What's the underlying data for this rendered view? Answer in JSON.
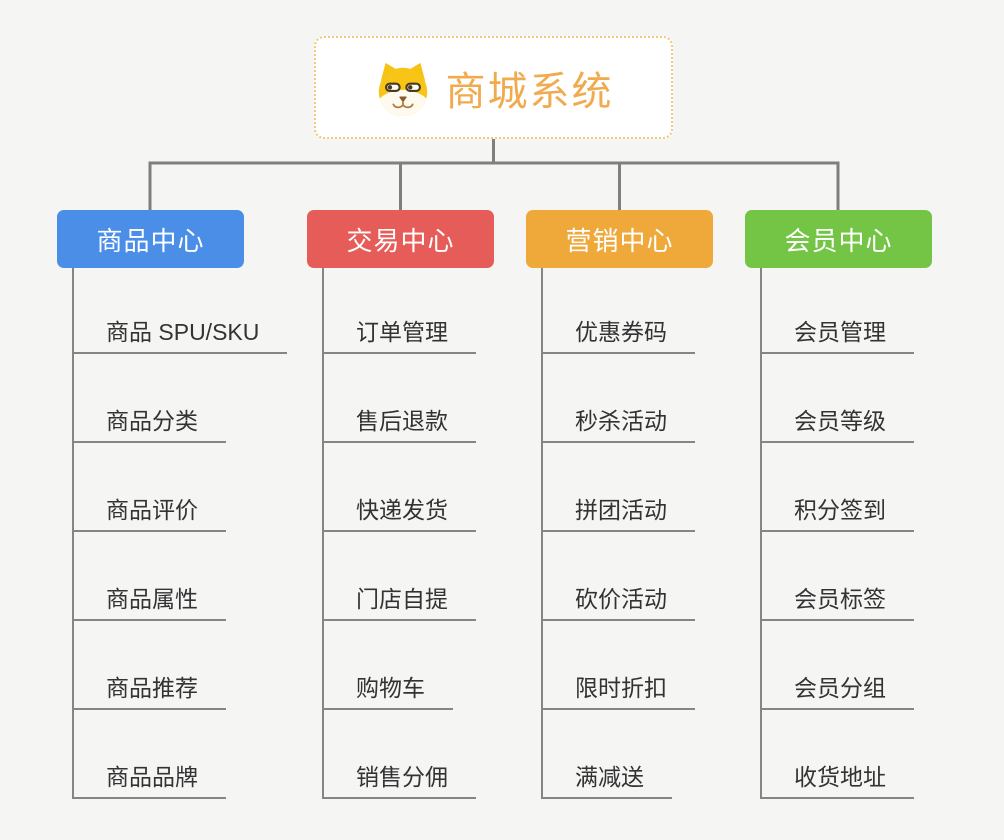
{
  "canvas": {
    "background": "#f5f5f4"
  },
  "root": {
    "label": "商城系统",
    "label_color": "#f0ab4e",
    "border_color": "#f3c77e",
    "icon": "dog-face-icon"
  },
  "connector_color": "#7f7f7f",
  "line_color": "#858585",
  "item_text_color": "#333333",
  "branches": [
    {
      "label": "商品中心",
      "color": "#4a8ee8",
      "items": [
        "商品 SPU/SKU",
        "商品分类",
        "商品评价",
        "商品属性",
        "商品推荐",
        "商品品牌"
      ]
    },
    {
      "label": "交易中心",
      "color": "#e65c58",
      "items": [
        "订单管理",
        "售后退款",
        "快递发货",
        "门店自提",
        "购物车",
        "销售分佣"
      ]
    },
    {
      "label": "营销中心",
      "color": "#efa93b",
      "items": [
        "优惠券码",
        "秒杀活动",
        "拼团活动",
        "砍价活动",
        "限时折扣",
        "满减送"
      ]
    },
    {
      "label": "会员中心",
      "color": "#74c446",
      "items": [
        "会员管理",
        "会员等级",
        "积分签到",
        "会员标签",
        "会员分组",
        "收货地址"
      ]
    }
  ]
}
